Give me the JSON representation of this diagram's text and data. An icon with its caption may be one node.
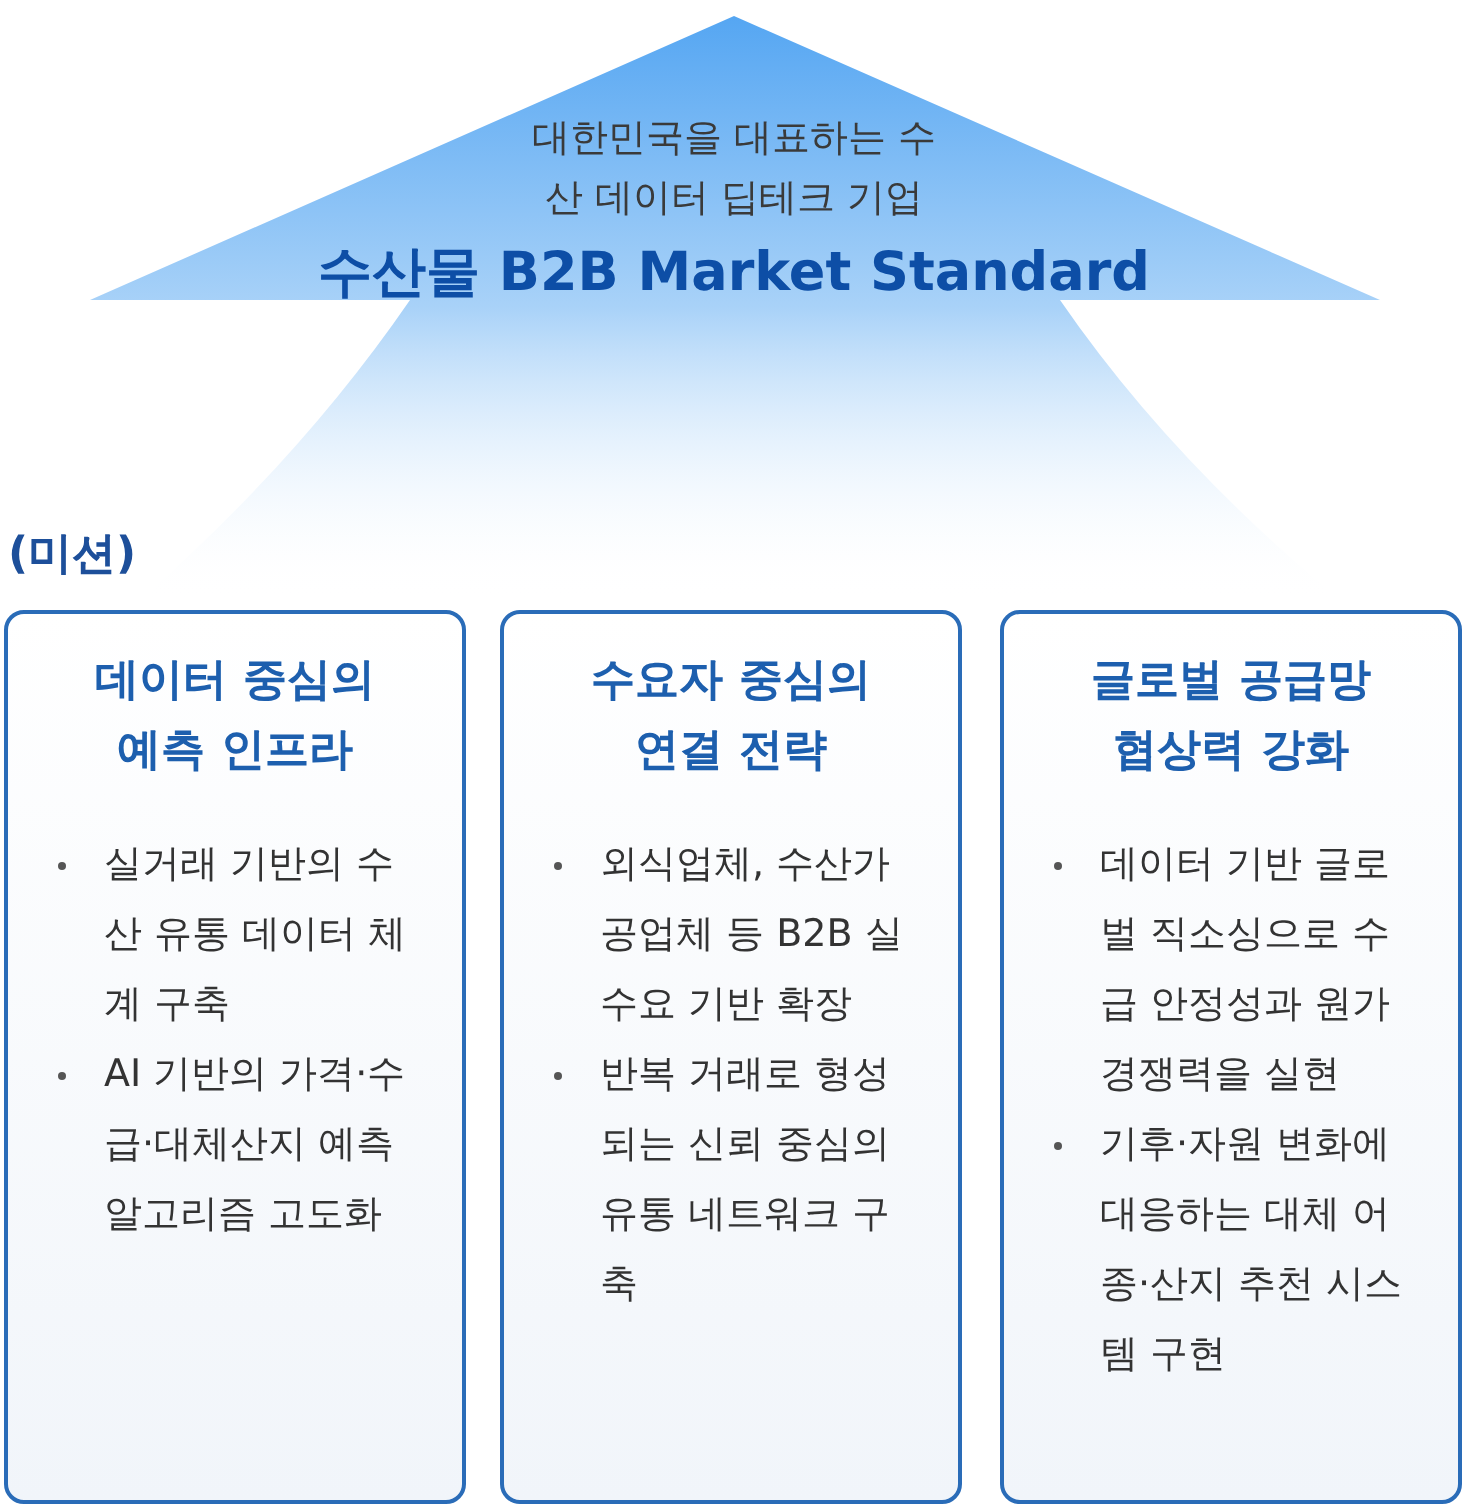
{
  "diagram": {
    "nodes": [
      {
        "text": [
          "대한민국을 대표하는 수산 데이터 딥테크 기업",
          "수산물 B2B Market Standard"
        ]
      },
      {
        "text": [
          "데이터 중심의 예측 인프라",
          "실거래 기반의 수산 유통 데이터 체계 구축",
          "AI 기반의 가격·수급·대체산지 예측 알고리즘 고도화"
        ]
      },
      {
        "text": [
          "수요자 중심의 연결 전략",
          "외식업체, 수산가공업체 등 B2B 실수요 기반 확장",
          "반복 거래로 형성되는 신뢰 중심의 유통 네트워크 구축"
        ]
      },
      {
        "text": [
          "글로벌 공급망 협상력 강화",
          "데이터 기반 글로벌 직소싱으로 수급 안정성과 원가 경쟁력을 실현",
          "기후·자원 변화에 대응하는 대체 어종·산지 추천 시스템 구현"
        ]
      }
    ],
    "labels": [
      "(미션)"
    ]
  }
}
